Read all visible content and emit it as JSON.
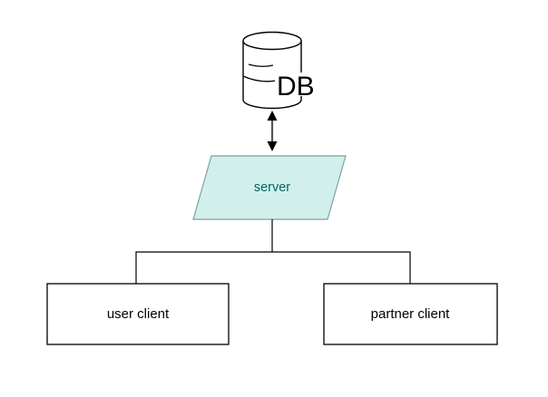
{
  "diagram": {
    "type": "architecture-diagram",
    "nodes": {
      "database": {
        "label": "DB",
        "shape": "cylinder",
        "fill": "#ffffff",
        "stroke": "#000000"
      },
      "server": {
        "label": "server",
        "shape": "parallelogram",
        "fill": "#d2f0eb",
        "stroke": "#7da0a0",
        "text_color": "#006666"
      },
      "user_client": {
        "label": "user client",
        "shape": "rectangle",
        "fill": "#ffffff",
        "stroke": "#000000"
      },
      "partner_client": {
        "label": "partner client",
        "shape": "rectangle",
        "fill": "#ffffff",
        "stroke": "#000000"
      }
    },
    "edges": [
      {
        "from": "database",
        "to": "server",
        "style": "double-headed-arrow"
      },
      {
        "from": "server",
        "to": "user_client",
        "style": "elbow-line"
      },
      {
        "from": "server",
        "to": "partner_client",
        "style": "elbow-line"
      }
    ],
    "colors": {
      "background": "#ffffff",
      "connector_line": "#000000",
      "arrow_shaft": "#555555",
      "arrow_head": "#000000"
    }
  }
}
